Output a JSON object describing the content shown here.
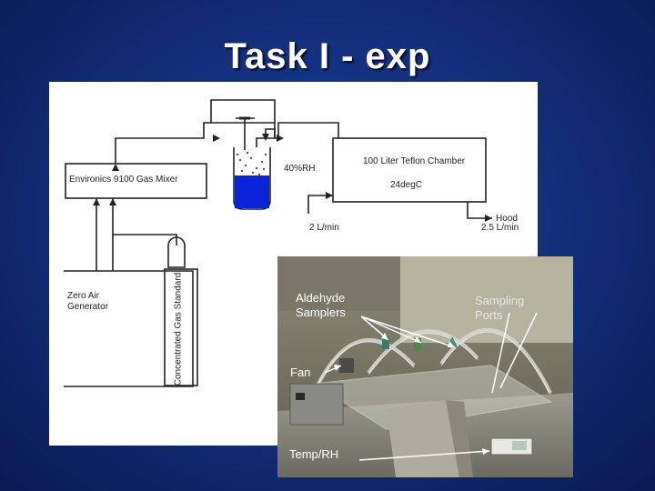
{
  "slide": {
    "title": "Task I - exp"
  },
  "schematic": {
    "gas_mixer": "Environics 9100 Gas Mixer",
    "chamber": "100 Liter Teflon Chamber",
    "temp": "24degC",
    "rh": "40%RH",
    "flow_in": "2 L/min",
    "flow_out": "2.5 L/min",
    "hood": "Hood",
    "zero_air_line1": "Zero Air",
    "zero_air_line2": "Generator",
    "gas_standard": "Concentrated Gas Standard"
  },
  "photo": {
    "aldehyde_line1": "Aldehyde",
    "aldehyde_line2": "Samplers",
    "sampling_line1": "Sampling",
    "sampling_line2": "Ports",
    "fan": "Fan",
    "temp_rh": "Temp/RH"
  },
  "colors": {
    "background": "#14307e",
    "water": "#0a22d8",
    "label_white": "#ffffff"
  }
}
